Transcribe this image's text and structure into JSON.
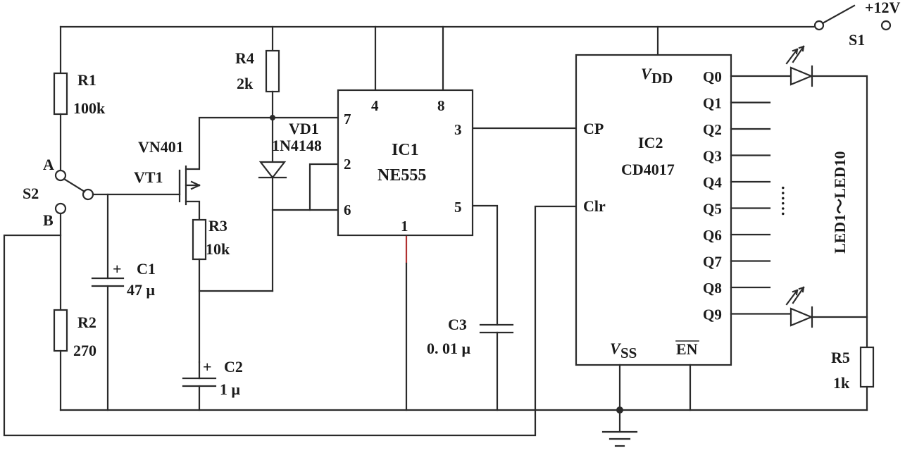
{
  "power": {
    "supply": "+12V",
    "switch": "S1"
  },
  "r1": {
    "ref": "R1",
    "value": "100k"
  },
  "r2": {
    "ref": "R2",
    "value": "270"
  },
  "r3": {
    "ref": "R3",
    "value": "10k"
  },
  "r4": {
    "ref": "R4",
    "value": "2k"
  },
  "r5": {
    "ref": "R5",
    "value": "1k"
  },
  "c1": {
    "ref": "C1",
    "value": "47 μ",
    "polarity": "+"
  },
  "c2": {
    "ref": "C2",
    "value": "1 μ",
    "polarity": "+"
  },
  "c3": {
    "ref": "C3",
    "value": "0. 01 μ"
  },
  "s2": {
    "ref": "S2",
    "pos_a": "A",
    "pos_b": "B"
  },
  "vt1": {
    "type": "VN401",
    "ref": "VT1"
  },
  "vd1": {
    "ref": "VD1",
    "type": "1N4148"
  },
  "ic1": {
    "ref": "IC1",
    "type": "NE555",
    "pins": [
      "4",
      "8",
      "7",
      "3",
      "2",
      "6",
      "5",
      "1"
    ]
  },
  "ic2": {
    "ref": "IC2",
    "type": "CD4017",
    "vdd": "V",
    "vdd_sub": "DD",
    "vss": "V",
    "vss_sub": "SS",
    "cp": "CP",
    "clr": "Clr",
    "en": "EN",
    "outputs": [
      "Q0",
      "Q1",
      "Q2",
      "Q3",
      "Q4",
      "Q5",
      "Q6",
      "Q7",
      "Q8",
      "Q9"
    ]
  },
  "leds": {
    "range_label": "LED1～LED10",
    "dots": "……"
  }
}
